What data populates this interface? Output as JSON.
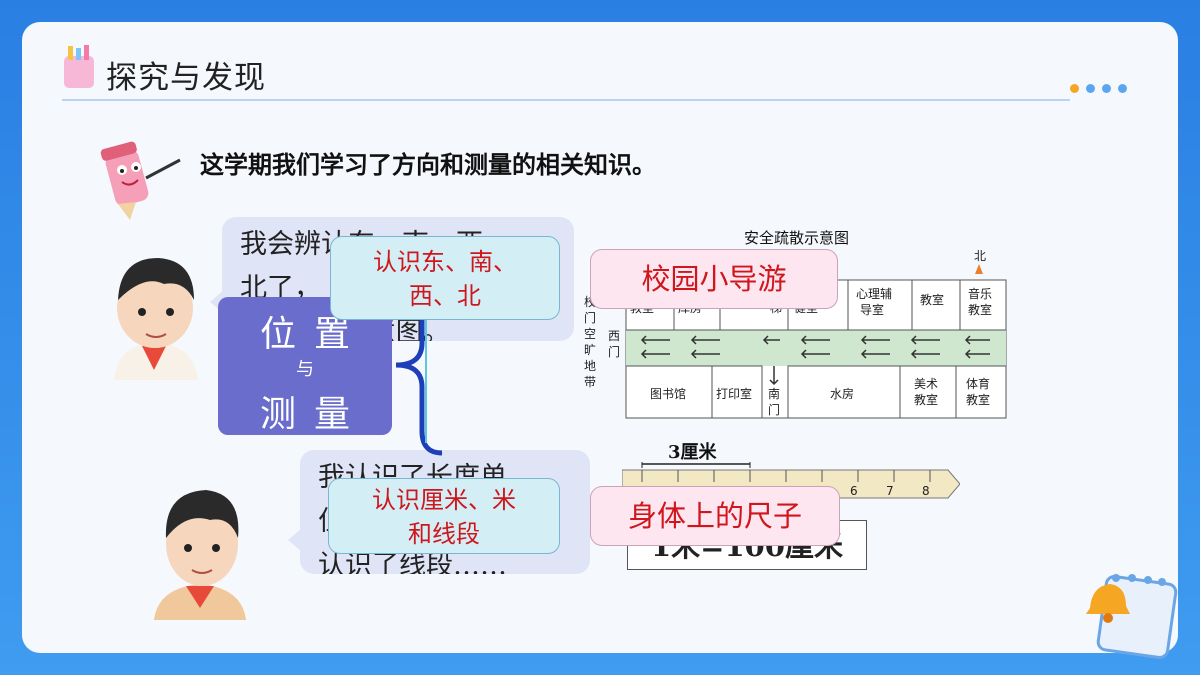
{
  "slide": {
    "title": "探究与发现",
    "intro": "这学期我们学习了方向和测量的相关知识。"
  },
  "speech": {
    "bubble1_lines": [
      "我会辨认东、南、西、",
      "北了，",
      "               意图。"
    ],
    "bubble2_lines": [
      "我认识了长度单",
      "位",
      "认识了线段……"
    ]
  },
  "center": {
    "line1": "位置",
    "line2": "与",
    "line3": "测量"
  },
  "labels": {
    "cyan1": [
      "认识东、南、",
      "西、北"
    ],
    "cyan2": [
      "认识厘米、米",
      "和线段"
    ],
    "pink1": "校园小导游",
    "pink2": "身体上的尺子"
  },
  "map": {
    "title": "安全疏散示意图",
    "north": "北",
    "top_rooms": [
      "教室",
      "库房",
      "梯",
      "健室",
      "心理辅导室",
      "教室",
      "音乐教室"
    ],
    "bottom_rooms": [
      "图书馆",
      "打印室",
      "水房",
      "美术教室",
      "体育教室"
    ],
    "left_label": "校门空旷地带",
    "west_gate": "西门",
    "south_gate": "南门"
  },
  "ruler": {
    "label": "3厘米",
    "ticks": [
      "6",
      "7",
      "8"
    ],
    "formula": "1米=100厘米"
  },
  "colors": {
    "frame": "#2f8ae6",
    "accent_red": "#d0161d",
    "center_box": "#6a6dcc",
    "dots": [
      "#f5a623",
      "#5aa7f0",
      "#5aa7f0",
      "#5aa7f0"
    ]
  }
}
